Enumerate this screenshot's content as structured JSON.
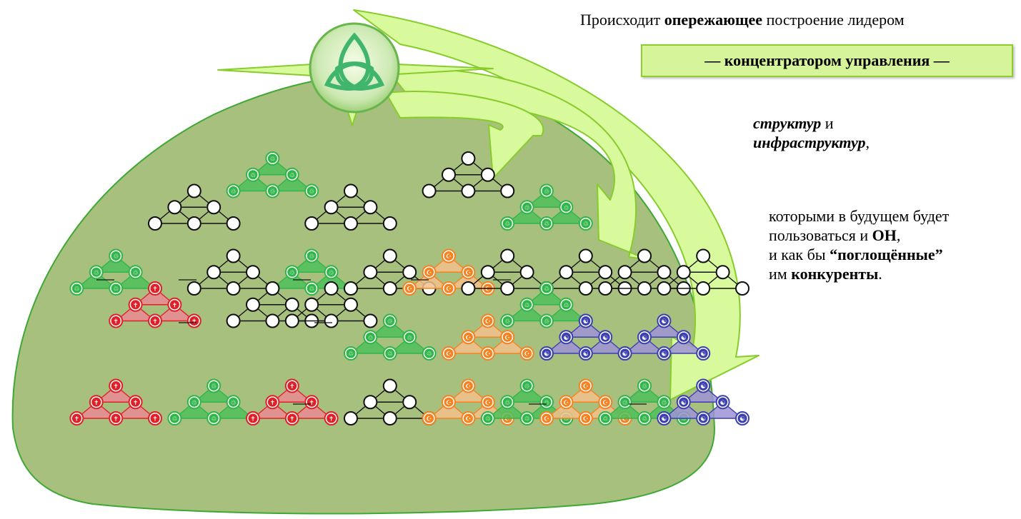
{
  "text": {
    "line1_a": "Происходит ",
    "line1_b": "опережающее",
    "line1_c": " построение лидером",
    "banner": "— концентратором управления —",
    "line3_a": "структур",
    "line3_b": " и",
    "line4_a": "инфраструктур",
    "line4_b": ",",
    "para1": "которыми в будущем будет",
    "para2_a": "пользоваться и ",
    "para2_b": "ОН",
    "para2_c": ",",
    "para3_a": "и как бы ",
    "para3_b": "“поглощённые”",
    "para4_a": "им ",
    "para4_b": "конкуренты",
    "para4_c": "."
  },
  "symbols": {
    "green": "♲",
    "red": "✝",
    "orange": "☪",
    "blue": "☯"
  },
  "colors": {
    "dome_fill": "#a8c07e",
    "dome_stroke": "#3fa834",
    "arrow_fill": "#d9f99d",
    "arrow_stroke": "#86cc2a",
    "green": "#2fb548",
    "green_fill": "#4fbf5c",
    "red": "#e02027",
    "red_fill": "#e98a92",
    "orange": "#f58220",
    "orange_fill": "#f2c08c",
    "blue": "#3b3fb0",
    "blue_fill": "#9d93d4",
    "black": "#111111"
  },
  "clusters": [
    {
      "kind": "green",
      "r": 0,
      "c": 5.5
    },
    {
      "kind": "black",
      "r": 1,
      "c": 3.5
    },
    {
      "kind": "black",
      "r": 1,
      "c": 7.5
    },
    {
      "kind": "black",
      "r": 0,
      "c": 10.5
    },
    {
      "kind": "green",
      "r": 1,
      "c": 12.5
    },
    {
      "kind": "green",
      "r": 3,
      "c": 1.5
    },
    {
      "kind": "black",
      "r": 3,
      "c": 4.5
    },
    {
      "kind": "green",
      "r": 3,
      "c": 6.5
    },
    {
      "kind": "black",
      "r": 3,
      "c": 8.5
    },
    {
      "kind": "orange",
      "r": 3,
      "c": 10
    },
    {
      "kind": "black",
      "r": 3,
      "c": 11.5
    },
    {
      "kind": "black",
      "r": 3,
      "c": 13.5
    },
    {
      "kind": "black",
      "r": 3,
      "c": 15
    },
    {
      "kind": "black",
      "r": 3,
      "c": 16.5
    },
    {
      "kind": "red",
      "r": 4,
      "c": 2.5
    },
    {
      "kind": "black",
      "r": 4,
      "c": 5.5
    },
    {
      "kind": "black",
      "r": 4,
      "c": 7
    },
    {
      "kind": "green",
      "r": 5,
      "c": 8.5
    },
    {
      "kind": "orange",
      "r": 5,
      "c": 11
    },
    {
      "kind": "green",
      "r": 4,
      "c": 12.5
    },
    {
      "kind": "blue",
      "r": 5,
      "c": 13.5
    },
    {
      "kind": "blue",
      "r": 5,
      "c": 15.5
    },
    {
      "kind": "red",
      "r": 7,
      "c": 1.5
    },
    {
      "kind": "green",
      "r": 7,
      "c": 4
    },
    {
      "kind": "red",
      "r": 7,
      "c": 6
    },
    {
      "kind": "black",
      "r": 7,
      "c": 8.5
    },
    {
      "kind": "orange",
      "r": 7,
      "c": 10.5
    },
    {
      "kind": "green",
      "r": 7,
      "c": 12
    },
    {
      "kind": "orange",
      "r": 7,
      "c": 13.5
    },
    {
      "kind": "green",
      "r": 7,
      "c": 15
    },
    {
      "kind": "blue",
      "r": 7,
      "c": 16.5
    }
  ]
}
